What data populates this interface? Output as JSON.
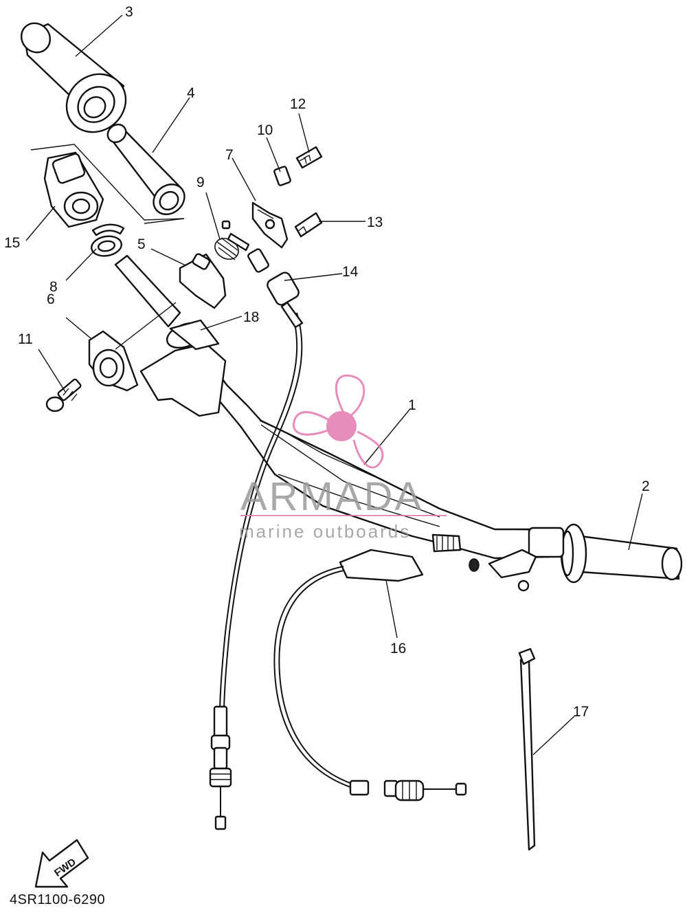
{
  "diagram_code": "4SR1100-6290",
  "callouts": [
    "1",
    "2",
    "3",
    "4",
    "5",
    "6",
    "7",
    "8",
    "9",
    "10",
    "11",
    "12",
    "13",
    "14",
    "15",
    "16",
    "17",
    "18"
  ],
  "fwd_label": "FWD",
  "watermark": {
    "brand": "ARMADA",
    "tagline": "marine outboards",
    "logo_color": "#e27ab1",
    "text_color": "#9a9a9a"
  }
}
